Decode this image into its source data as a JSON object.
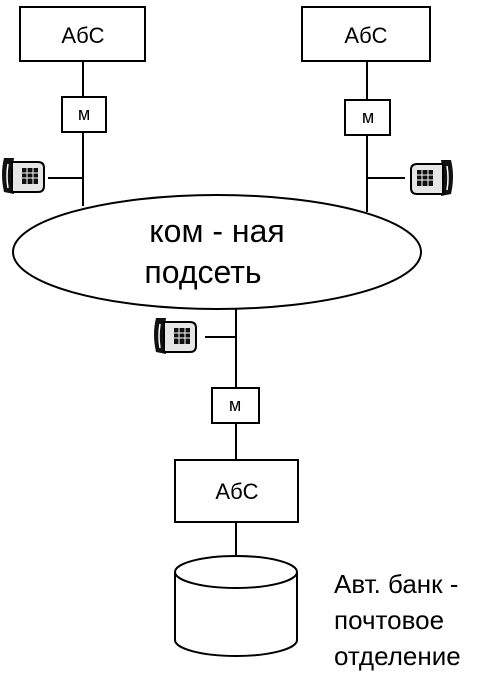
{
  "nodes": {
    "abs_top_left": "АбС",
    "abs_top_right": "АбС",
    "abs_bottom": "АбС",
    "modem_left": "м",
    "modem_right": "м",
    "modem_bottom": "м",
    "subnet_line1": "ком - ная",
    "subnet_line2": "подсеть"
  },
  "caption": {
    "line1": "Авт. банк -",
    "line2": "почтовое",
    "line3": "отделение"
  },
  "icons": {
    "phone_left": "telephone-icon",
    "phone_right": "telephone-icon",
    "phone_center": "telephone-icon",
    "database": "database-cylinder-icon"
  }
}
